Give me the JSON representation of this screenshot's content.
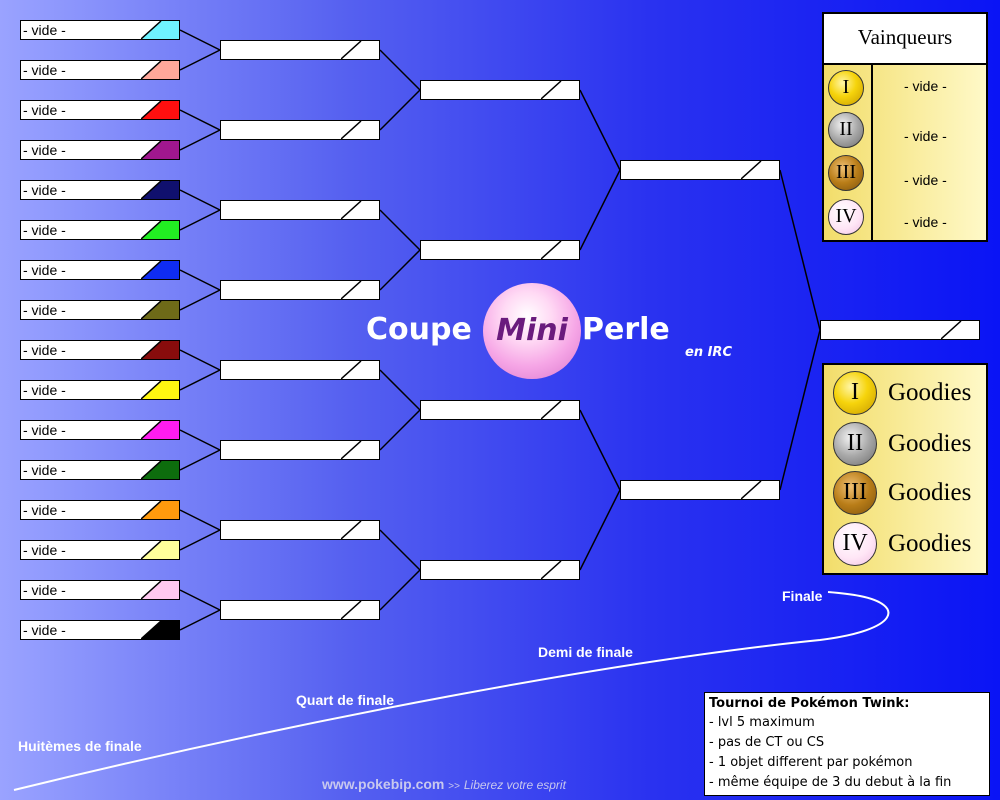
{
  "title": {
    "coupe": "Coupe",
    "mini": "Mini",
    "perle": "Perle",
    "subtitle": "en IRC"
  },
  "round_labels": {
    "eighth": "Huitèmes de finale",
    "quarter": "Quart de finale",
    "semi": "Demi de finale",
    "final": "Finale"
  },
  "players": [
    {
      "name": "- vide -",
      "color": "#6ff3ff"
    },
    {
      "name": "- vide -",
      "color": "#ffa79a"
    },
    {
      "name": "- vide -",
      "color": "#ff0f0f"
    },
    {
      "name": "- vide -",
      "color": "#a0178e"
    },
    {
      "name": "- vide -",
      "color": "#10106e"
    },
    {
      "name": "- vide -",
      "color": "#22ee22"
    },
    {
      "name": "- vide -",
      "color": "#0f2cf2"
    },
    {
      "name": "- vide -",
      "color": "#6e6a18"
    },
    {
      "name": "- vide -",
      "color": "#880c0c"
    },
    {
      "name": "- vide -",
      "color": "#fff711"
    },
    {
      "name": "- vide -",
      "color": "#ff1cf0"
    },
    {
      "name": "- vide -",
      "color": "#0d6d0d"
    },
    {
      "name": "- vide -",
      "color": "#ff9a0d"
    },
    {
      "name": "- vide -",
      "color": "#ffff9b"
    },
    {
      "name": "- vide -",
      "color": "#ffc9f0"
    },
    {
      "name": "- vide -",
      "color": "#000000"
    }
  ],
  "winners": {
    "title": "Vainqueurs",
    "places": [
      {
        "medal": "I",
        "style": "gold",
        "name": "- vide -"
      },
      {
        "medal": "II",
        "style": "silver",
        "name": "- vide -"
      },
      {
        "medal": "III",
        "style": "bronze",
        "name": "- vide -"
      },
      {
        "medal": "IV",
        "style": "pink",
        "name": "- vide -"
      }
    ]
  },
  "goodies": [
    {
      "medal": "I",
      "style": "gold",
      "label": "Goodies"
    },
    {
      "medal": "II",
      "style": "silver",
      "label": "Goodies"
    },
    {
      "medal": "III",
      "style": "bronze",
      "label": "Goodies"
    },
    {
      "medal": "IV",
      "style": "pink",
      "label": "Goodies"
    }
  ],
  "rules": {
    "title": "Tournoi de Pokémon Twink:",
    "items": [
      "- lvl 5 maximum",
      "- pas de CT ou CS",
      "- 1 objet different par pokémon",
      "- même équipe de 3 du debut à la fin"
    ]
  },
  "footer": {
    "site": "www.pokebip.com",
    "arrow": ">>",
    "tagline": "Liberez votre esprit"
  },
  "colors": {
    "medal_gold": "#f6d40c",
    "medal_silver": "#a8a8a8",
    "medal_bronze": "#b97d18",
    "medal_pink": "#ffe6f6",
    "panel": "#fff5b0"
  }
}
